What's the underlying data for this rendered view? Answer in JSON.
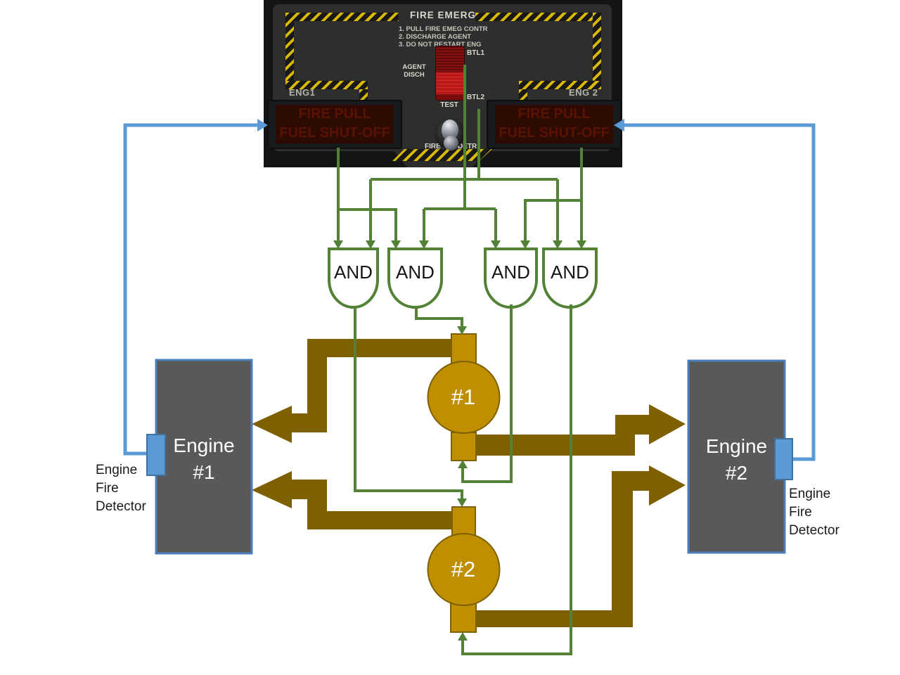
{
  "panel": {
    "title": "FIRE EMERG",
    "instructions": [
      "1. PULL FIRE EMEG CONTR",
      "2. DISCHARGE AGENT",
      "3. DO NOT RESTART ENG"
    ],
    "agent_line1": "AGENT",
    "agent_line2": "DISCH",
    "btl1": "BTL1",
    "btl2": "BTL2",
    "eng1": "ENG1",
    "eng2": "ENG 2",
    "test": "TEST",
    "fire": "FIRE",
    "detr": "DETR",
    "left_display": {
      "line1": "FIRE PULL",
      "line2": "FUEL SHUT-OFF"
    },
    "right_display": {
      "line1": "FIRE PULL",
      "line2": "FUEL SHUT-OFF"
    }
  },
  "gates": [
    {
      "label": "AND"
    },
    {
      "label": "AND"
    },
    {
      "label": "AND"
    },
    {
      "label": "AND"
    }
  ],
  "bottles": [
    {
      "label": "#1"
    },
    {
      "label": "#2"
    }
  ],
  "engines": [
    {
      "line1": "Engine",
      "line2": "#1"
    },
    {
      "line1": "Engine",
      "line2": "#2"
    }
  ],
  "detectors": [
    {
      "line1": "Engine",
      "line2": "Fire",
      "line3": "Detector"
    },
    {
      "line1": "Engine",
      "line2": "Fire",
      "line3": "Detector"
    }
  ],
  "colors": {
    "wire_green": "#538135",
    "pipe_gold": "#7F6000",
    "bottle_gold": "#BF8F00",
    "signal_blue": "#5B9BD5",
    "engine_gray": "#595959",
    "hazard_yellow": "#D8B800",
    "display_text_red": "#591303"
  }
}
